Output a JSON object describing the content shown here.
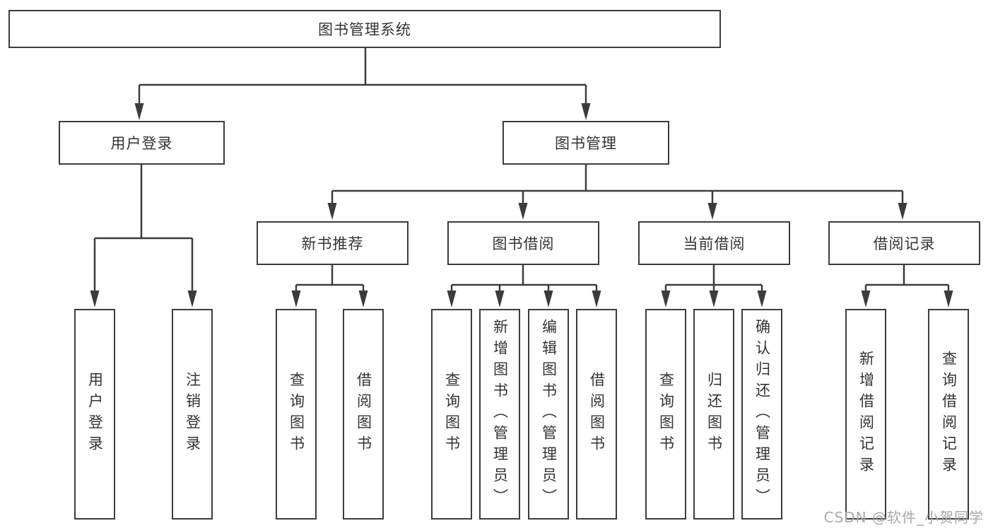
{
  "diagram": {
    "nodes": {
      "root": "图书管理系统",
      "user_login": "用户登录",
      "book_management": "图书管理",
      "new_book_recommend": "新书推荐",
      "book_borrow": "图书借阅",
      "current_borrow": "当前借阅",
      "borrow_records": "借阅记录"
    },
    "leaves": {
      "user_login": [
        "用户登录",
        "注销登录"
      ],
      "new_book_recommend": [
        "查询图书",
        "借阅图书"
      ],
      "book_borrow": [
        "查询图书",
        "新增图书（管理员）",
        "编辑图书（管理员）",
        "借阅图书"
      ],
      "current_borrow": [
        "查询图书",
        "归还图书",
        "确认归还（管理员）"
      ],
      "borrow_records": [
        "新增借阅记录",
        "查询借阅记录"
      ]
    },
    "colors": {
      "line": "#3c3c3c",
      "box_border": "#3c3c3c",
      "text": "#333333",
      "background": "#ffffff",
      "watermark": "#a9a9ad"
    },
    "watermark": "CSDN @软件_小贺同学"
  }
}
